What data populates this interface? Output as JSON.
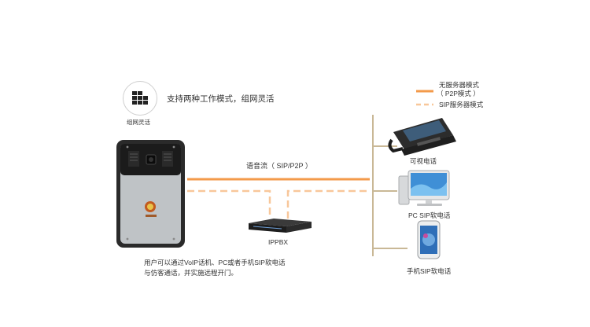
{
  "feature": {
    "title": "支持两种工作模式，组网灵活",
    "icon_caption": "组网灵活",
    "icon": "grid-blocks-icon"
  },
  "legend": {
    "solid_label_line1": "无服务器模式",
    "solid_label_line2": "（ P2P模式 ）",
    "dashed_label": "SIP服务器模式"
  },
  "stream_label": "语音流（ SIP/P2P ）",
  "ippbx_label": "IPPBX",
  "devices": {
    "videophone": "可视电话",
    "pc": "PC SIP软电话",
    "mobile": "手机SIP软电话"
  },
  "description": {
    "line1": "用户可以通过VoIP话机、PC或者手机SIP软电话",
    "line2": "与仿客通话，并实施远程开门。"
  },
  "colors": {
    "accent": "#f39a4a",
    "dashed": "#f8c79a",
    "bus": "#c9b896"
  }
}
